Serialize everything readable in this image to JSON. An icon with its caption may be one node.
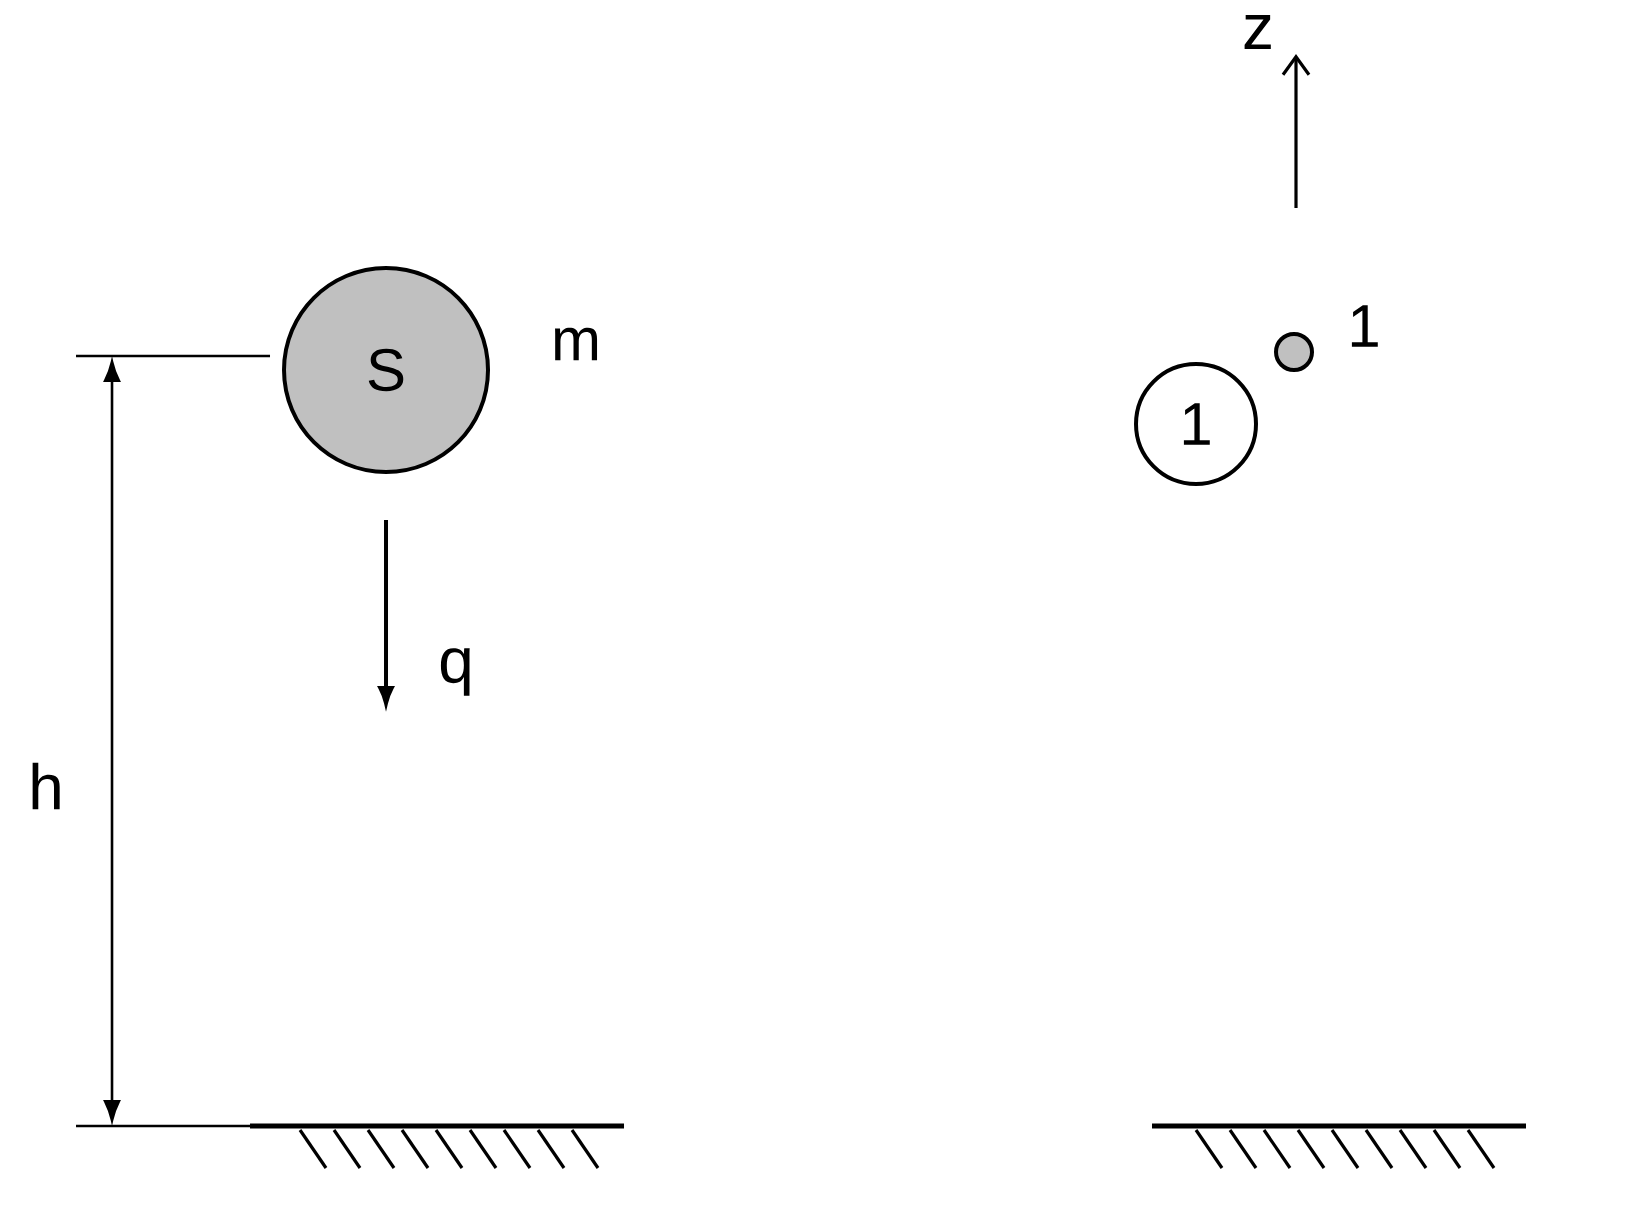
{
  "diagram": {
    "nodes": [
      {
        "text": [
          "S"
        ],
        "beside": [
          "m"
        ]
      },
      {
        "text": [],
        "shape": "circle",
        "beside": [
          "1"
        ]
      },
      {
        "text": [
          "1"
        ]
      }
    ],
    "labels": [
      "h",
      "q",
      "z"
    ]
  }
}
